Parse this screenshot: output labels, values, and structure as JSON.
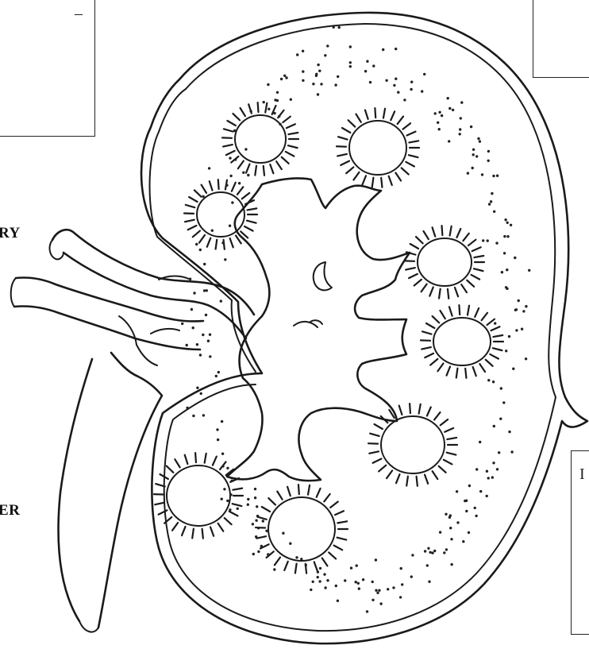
{
  "labels": {
    "top_left_box_mark": "–",
    "artery_fragment": "RY",
    "ureter_fragment": "ER",
    "bottom_right_box_mark": "I"
  }
}
